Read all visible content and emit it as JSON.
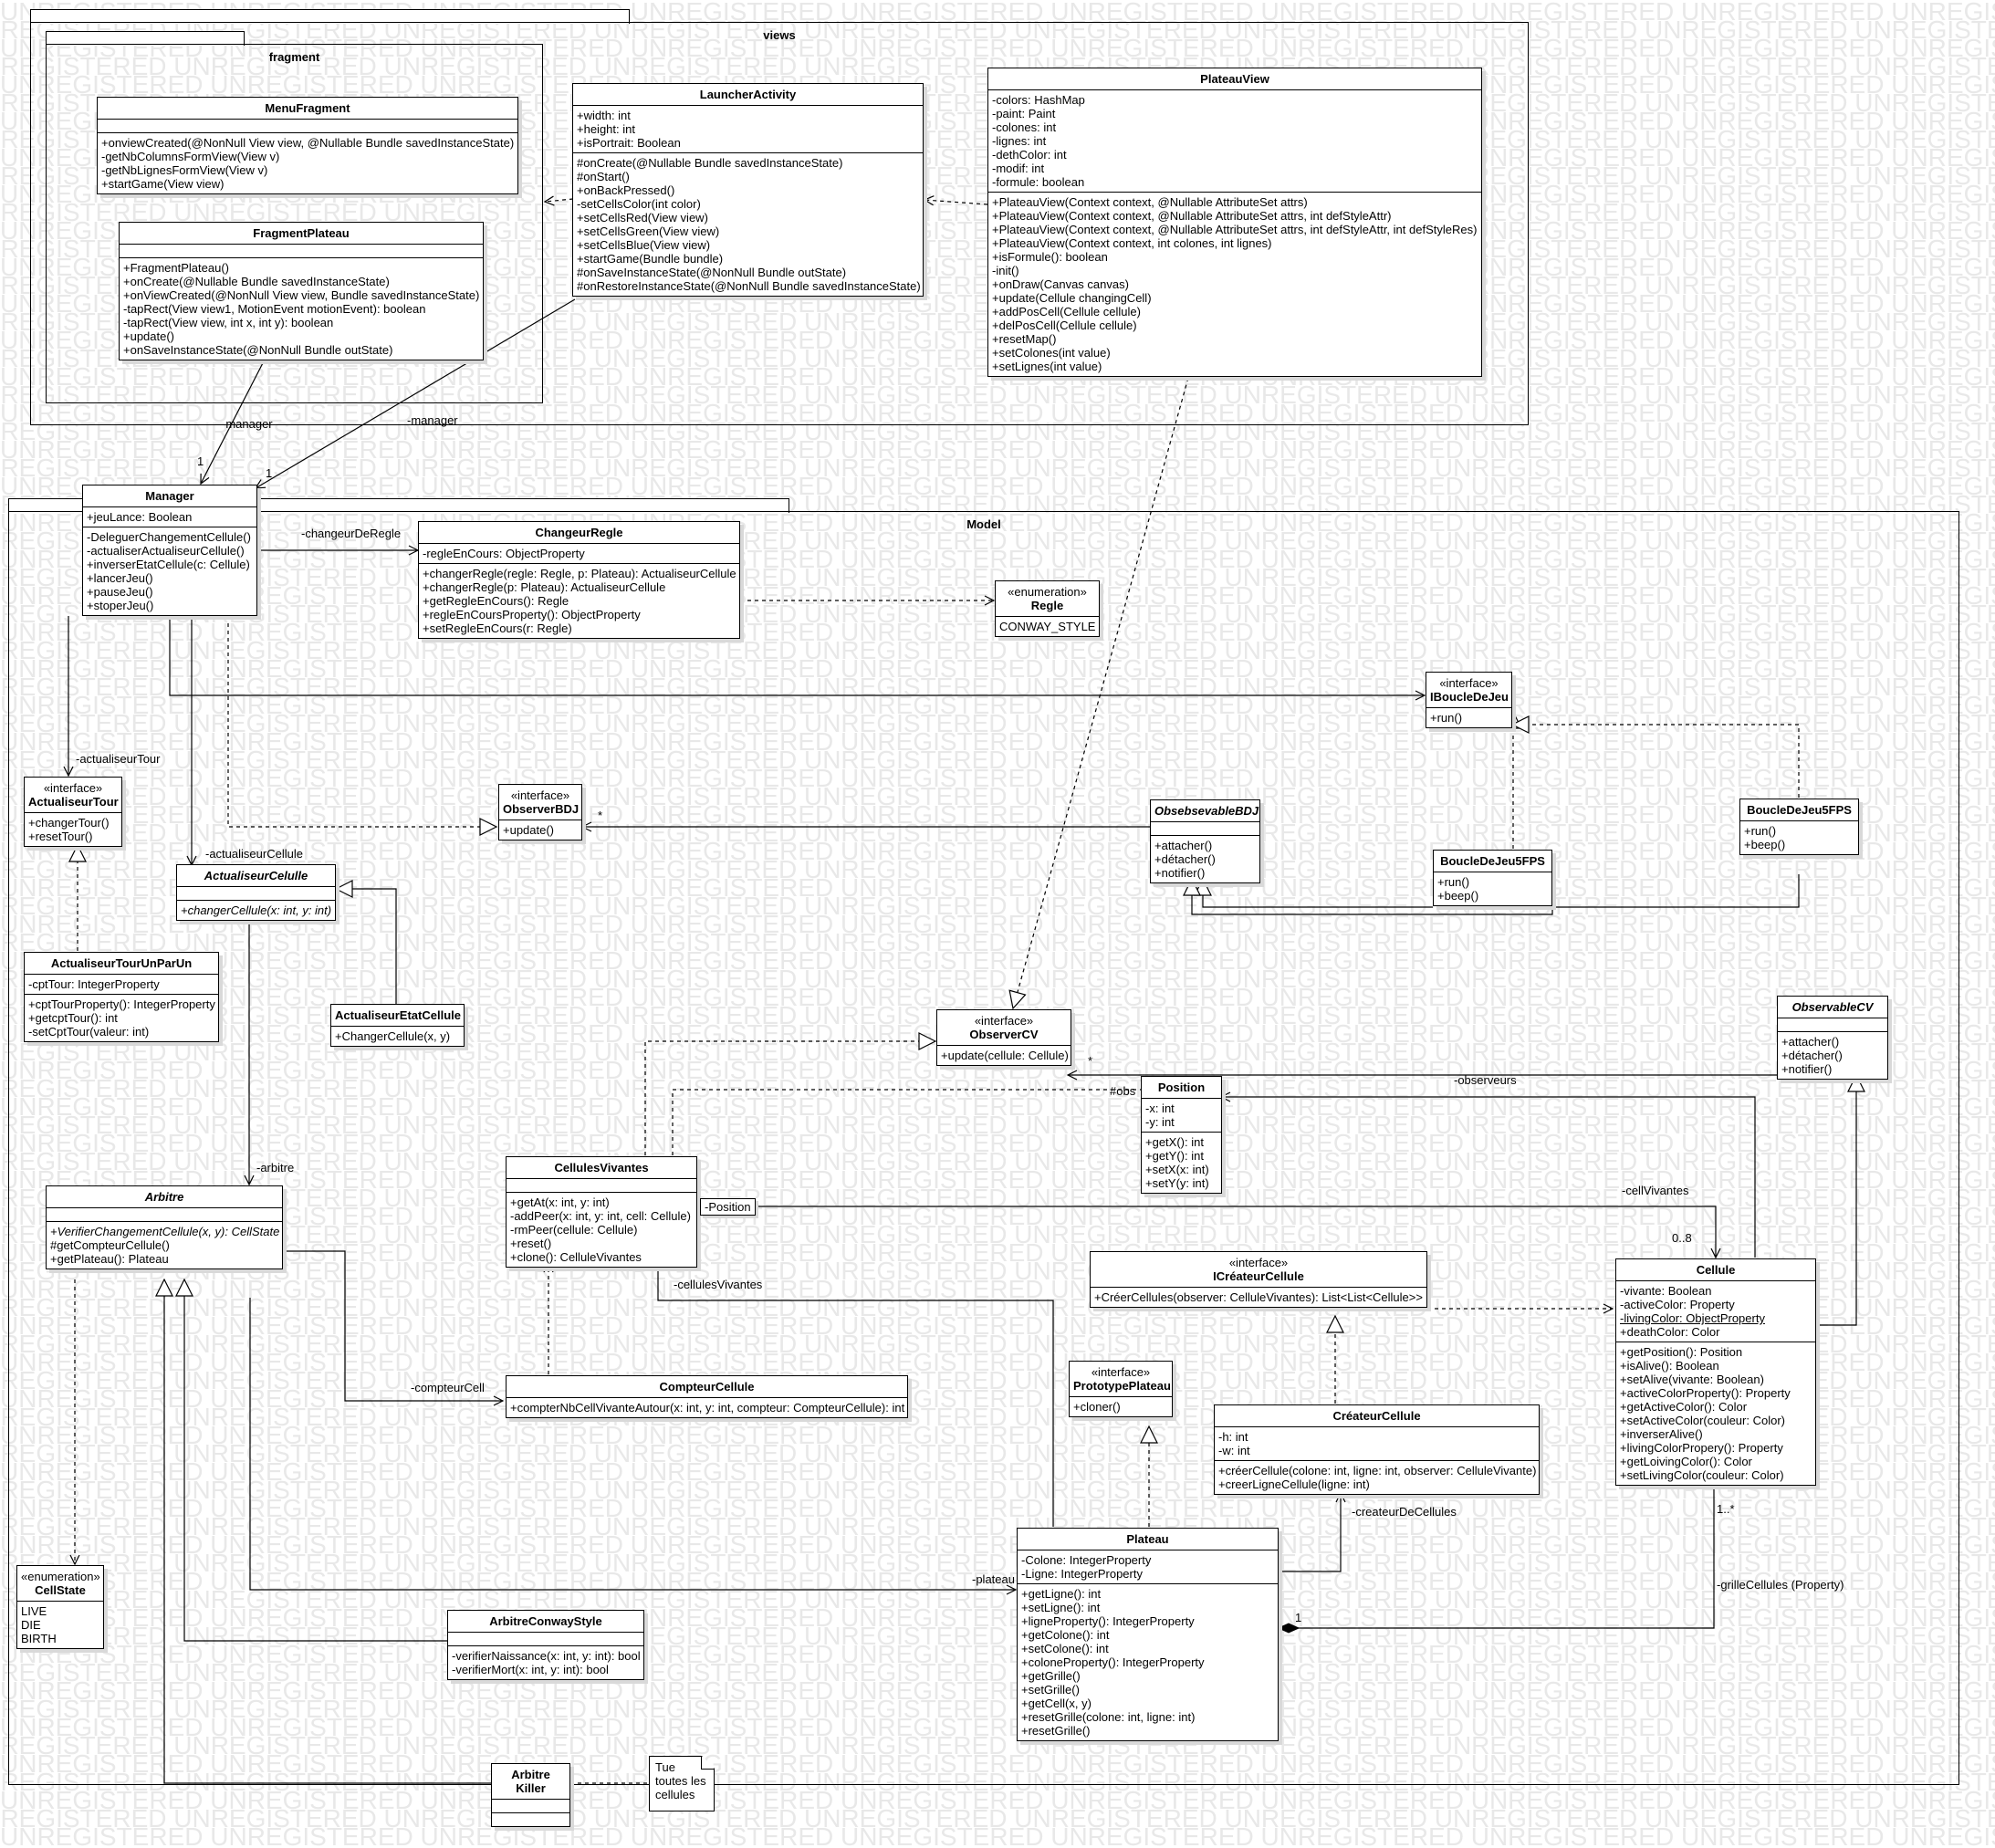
{
  "watermark": "UNREGISTERED",
  "packages": {
    "views": "views",
    "fragment": "fragment",
    "model": "Model"
  },
  "classes": {
    "menu_fragment": {
      "name": "MenuFragment",
      "attributes": [],
      "operations": [
        "+onviewCreated(@NonNull View view, @Nullable Bundle savedInstanceState)",
        "-getNbColumnsFormView(View v)",
        "-getNbLignesFormView(View v)",
        "+startGame(View view)"
      ]
    },
    "fragment_plateau": {
      "name": "FragmentPlateau",
      "attributes": [],
      "operations": [
        "+FragmentPlateau()",
        "+onCreate(@Nullable Bundle savedInstanceState)",
        "+onViewCreated(@NonNull View view, Bundle savedInstanceState)",
        "-tapRect(View view1, MotionEvent motionEvent): boolean",
        "-tapRect(View view, int x, int y): boolean",
        "+update()",
        "+onSaveInstanceState(@NonNull Bundle outState)"
      ]
    },
    "launcher_activity": {
      "name": "LauncherActivity",
      "attributes": [
        "+width: int",
        "+height: int",
        "+isPortrait: Boolean"
      ],
      "operations": [
        "#onCreate(@Nullable Bundle savedInstanceState)",
        "#onStart()",
        "+onBackPressed()",
        "-setCellsColor(int color)",
        "+setCellsRed(View view)",
        "+setCellsGreen(View view)",
        "+setCellsBlue(View view)",
        "+startGame(Bundle bundle)",
        "#onSaveInstanceState(@NonNull Bundle outState)",
        "#onRestoreInstanceState(@NonNull Bundle savedInstanceState)"
      ]
    },
    "plateau_view": {
      "name": "PlateauView",
      "attributes": [
        "-colors: HashMap",
        "-paint: Paint",
        "-colones: int",
        "-lignes: int",
        "-dethColor: int",
        "-modif: int",
        "-formule: boolean"
      ],
      "operations": [
        "+PlateauView(Context context, @Nullable AttributeSet attrs)",
        "+PlateauView(Context context, @Nullable AttributeSet attrs, int defStyleAttr)",
        "+PlateauView(Context context, @Nullable AttributeSet attrs, int defStyleAttr, int defStyleRes)",
        "+PlateauView(Context context, int colones, int lignes)",
        "+isFormule(): boolean",
        "-init()",
        "+onDraw(Canvas canvas)",
        "+update(Cellule changingCell)",
        "+addPosCell(Cellule cellule)",
        "+delPosCell(Cellule cellule)",
        "+resetMap()",
        "+setColones(int value)",
        "+setLignes(int value)"
      ]
    },
    "manager": {
      "name": "Manager",
      "attributes": [
        "+jeuLance: Boolean"
      ],
      "operations": [
        "-DeleguerChangementCellule()",
        "-actualiserActualiseurCellule()",
        "+inverserEtatCellule(c: Cellule)",
        "+lancerJeu()",
        "+pauseJeu()",
        "+stoperJeu()"
      ]
    },
    "changeur_regle": {
      "name": "ChangeurRegle",
      "attributes": [
        "-regleEnCours: ObjectProperty"
      ],
      "operations": [
        "+changerRegle(regle: Regle, p: Plateau): ActualiseurCellule",
        "+changerRegle(p: Plateau): ActualiseurCellule",
        "+getRegleEnCours(): Regle",
        "+regleEnCoursProperty(): ObjectProperty",
        "+setRegleEnCours(r: Regle)"
      ]
    },
    "regle": {
      "stereotype": "«enumeration»",
      "name": "Regle",
      "literals": [
        "CONWAY_STYLE"
      ]
    },
    "iboucle_de_jeu": {
      "stereotype": "«interface»",
      "name": "IBoucleDeJeu",
      "operations": [
        "+run()"
      ]
    },
    "actualiseur_tour": {
      "stereotype": "«interface»",
      "name": "ActualiseurTour",
      "operations": [
        "+changerTour()",
        "+resetTour()"
      ]
    },
    "observer_bdj": {
      "stereotype": "«interface»",
      "name": "ObserverBDJ",
      "operations": [
        "+update()"
      ]
    },
    "obsebsevable_bdj": {
      "name": "ObsebsevableBDJ",
      "attributes": [],
      "operations": [
        "+attacher()",
        "+détacher()",
        "+notifier()"
      ]
    },
    "boucle_5fps_a": {
      "name": "BoucleDeJeu5FPS",
      "operations": [
        "+run()",
        "+beep()"
      ]
    },
    "boucle_5fps_b": {
      "name": "BoucleDeJeu5FPS",
      "operations": [
        "+run()",
        "+beep()"
      ]
    },
    "actualiseur_cellule": {
      "name": "ActualiseurCelulle",
      "attributes": [],
      "operations": [
        "+changerCellule(x: int, y: int)"
      ]
    },
    "actualiseur_tour_un_par_un": {
      "name": "ActualiseurTourUnParUn",
      "attributes": [
        "-cptTour: IntegerProperty"
      ],
      "operations": [
        "+cptTourProperty(): IntegerProperty",
        "+getcptTour(): int",
        "-setCptTour(valeur: int)"
      ]
    },
    "actualiseur_etat_cellule": {
      "name": "ActualiseurEtatCellule",
      "operations": [
        "+ChangerCellule(x, y)"
      ]
    },
    "observer_cv": {
      "stereotype": "«interface»",
      "name": "ObserverCV",
      "operations": [
        "+update(cellule: Cellule)"
      ]
    },
    "observable_cv": {
      "name": "ObservableCV",
      "attributes": [],
      "operations": [
        "+attacher()",
        "+détacher()",
        "+notifier()"
      ]
    },
    "position": {
      "name": "Position",
      "attributes": [
        "-x: int",
        "-y: int"
      ],
      "operations": [
        "+getX(): int",
        "+getY(): int",
        "+setX(x: int)",
        "+setY(y: int)"
      ]
    },
    "cellules_vivantes": {
      "name": "CellulesVivantes",
      "attributes": [],
      "operations": [
        "+getAt(x: int, y: int)",
        "-addPeer(x: int, y: int, cell: Cellule)",
        "-rmPeer(cellule: Cellule)",
        "+reset()",
        "+clone(): CelluleVivantes"
      ]
    },
    "arbitre": {
      "name": "Arbitre",
      "attributes": [],
      "operations": [
        "+VerifierChangementCellule(x, y): CellState",
        "#getCompteurCellule()",
        "+getPlateau(): Plateau"
      ]
    },
    "icreateur_cellule": {
      "stereotype": "«interface»",
      "name": "ICréateurCellule",
      "operations": [
        "+CréerCellules(observer: CelluleVivantes): List<List<Cellule>>"
      ]
    },
    "cellule": {
      "name": "Cellule",
      "attributes": [
        "-vivante: Boolean",
        "-activeColor: Property",
        "-livingColor: ObjectProperty",
        "+deathColor: Color"
      ],
      "operations": [
        "+getPosition(): Position",
        "+isAlive(): Boolean",
        "+setAlive(vivante: Boolean)",
        "+activeColorProperty(): Property",
        "+getActiveColor(): Color",
        "+setActiveColor(couleur: Color)",
        "+inverserAlive()",
        "+livingColorPropery(): Property",
        "+getLoivingColor(): Color",
        "+setLivingColor(couleur: Color)"
      ]
    },
    "compteur_cellule": {
      "name": "CompteurCellule",
      "operations": [
        "+compterNbCellVivanteAutour(x: int, y: int, compteur: CompteurCellule): int"
      ]
    },
    "prototype_plateau": {
      "stereotype": "«interface»",
      "name": "PrototypePlateau",
      "operations": [
        "+cloner()"
      ]
    },
    "createur_cellule": {
      "name": "CréateurCellule",
      "attributes": [
        "-h: int",
        "-w: int"
      ],
      "operations": [
        "+créerCellule(colone: int, ligne: int, observer: CelluleVivante)",
        "+creerLigneCellule(ligne: int)"
      ]
    },
    "plateau": {
      "name": "Plateau",
      "attributes": [
        "-Colone: IntegerProperty",
        "-Ligne: IntegerProperty"
      ],
      "operations": [
        "+getLigne(): int",
        "+setLigne(): int",
        "+ligneProperty(): IntegerProperty",
        "+getColone(): int",
        "+setColone(): int",
        "+coloneProperty(): IntegerProperty",
        "+getGrille()",
        "+setGrille()",
        "+getCell(x, y)",
        "+resetGrille(colone: int, ligne: int)",
        "+resetGrille()"
      ]
    },
    "cell_state": {
      "stereotype": "«enumeration»",
      "name": "CellState",
      "literals": [
        "LIVE",
        "DIE",
        "BIRTH"
      ]
    },
    "arbitre_conway_style": {
      "name": "ArbitreConwayStyle",
      "attributes": [],
      "operations": [
        "-verifierNaissance(x: int, y: int): bool",
        "-verifierMort(x: int, y: int): bool"
      ]
    },
    "arbitre_killer": {
      "name": "Arbitre Killer",
      "attributes": [],
      "operations": []
    }
  },
  "note": {
    "lines": [
      "Tue",
      "toutes les",
      "cellules"
    ]
  },
  "position_tag": "-Position",
  "labels": {
    "manager_1": "-manager",
    "manager_2": "-manager",
    "one_1": "1",
    "one_2": "1",
    "changeur_de_regle": "-changeurDeRegle",
    "actualiseur_tour": "-actualiseurTour",
    "actualiseur_cellule": "-actualiseurCellule",
    "star_bdj": "*",
    "star_cv": "*",
    "obs": "#obs",
    "observeurs": "-observeurs",
    "arbitre": "-arbitre",
    "cell_vivantes": "-cellVivantes",
    "zero_eight": "0..8",
    "cellules_vivantes": "-cellulesVivantes",
    "compteur_cell": "-compteurCell",
    "createur_de_cellules": "-createurDeCellules",
    "plateau": "-plateau",
    "one_plateau": "1",
    "one_many": "1..*",
    "grille_cellules": "-grilleCellules (Property)"
  }
}
